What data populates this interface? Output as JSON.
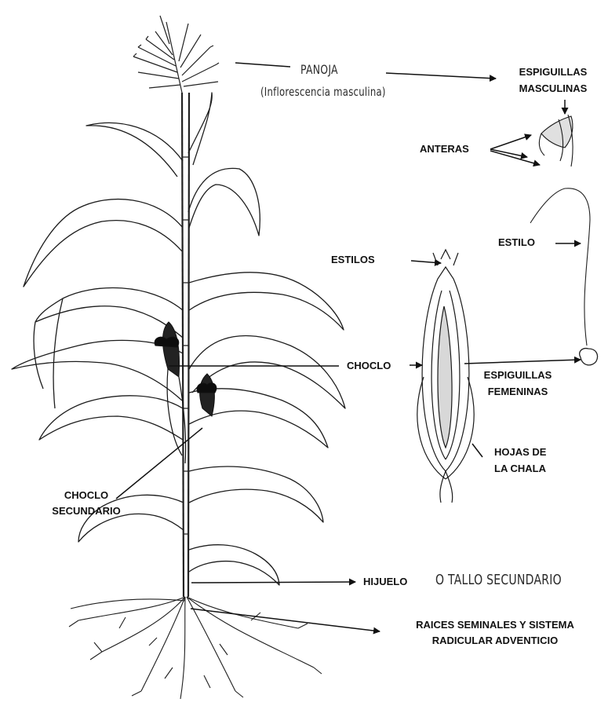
{
  "labels": {
    "panoja": "PANOJA",
    "panoja_sub": "(Inflorescencia masculina)",
    "espiguillas_masc_1": "ESPIGUILLAS",
    "espiguillas_masc_2": "MASCULINAS",
    "anteras": "ANTERAS",
    "estilo": "ESTILO",
    "estilos": "ESTILOS",
    "choclo": "CHOCLO",
    "espiguillas_fem_1": "ESPIGUILLAS",
    "espiguillas_fem_2": "FEMENINAS",
    "hojas_chala_1": "HOJAS DE",
    "hojas_chala_2": "LA CHALA",
    "choclo_sec_1": "CHOCLO",
    "choclo_sec_2": "SECUNDARIO",
    "hijuelo": "HIJUELO",
    "tallo_sec": "O TALLO SECUNDARIO",
    "raices_1": "RAICES SEMINALES Y SISTEMA",
    "raices_2": "RADICULAR ADVENTICIO"
  },
  "colors": {
    "ink": "#111111",
    "background": "#ffffff"
  }
}
